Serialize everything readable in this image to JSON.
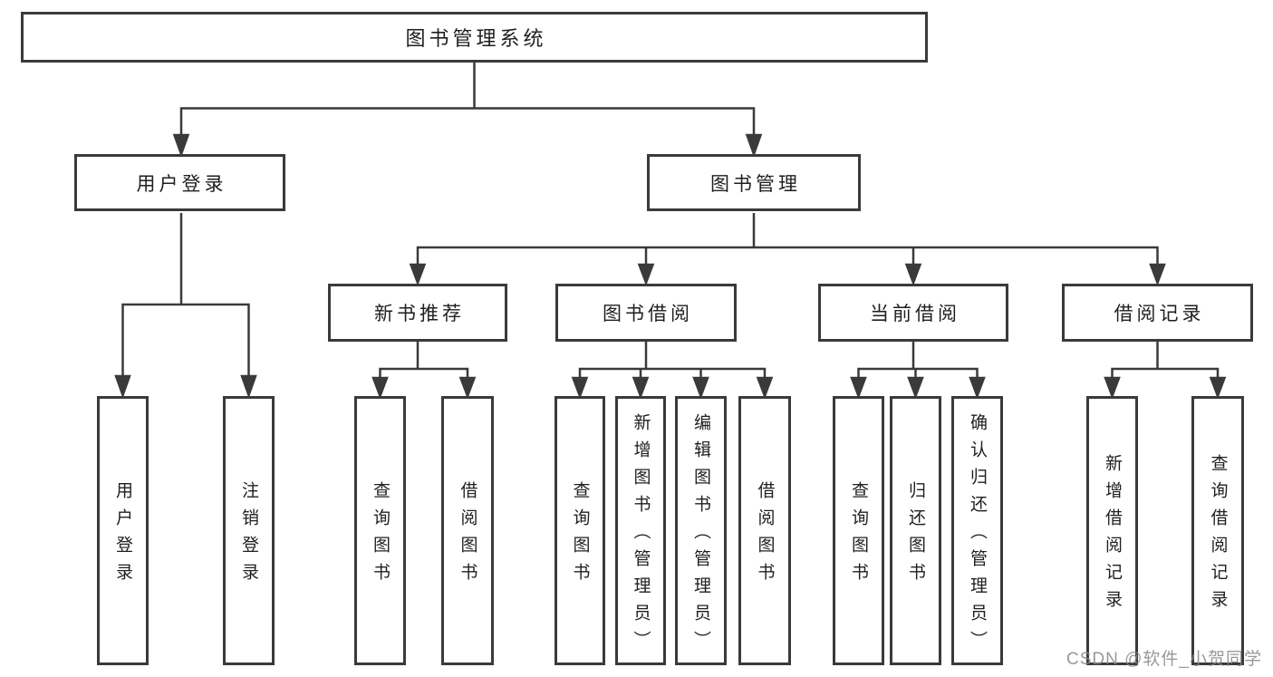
{
  "diagram": {
    "kind": "hierarchy-diagram",
    "tree": {
      "root": {
        "label": "图书管理系统",
        "children": [
          {
            "label": "用户登录",
            "children": [
              {
                "label": "用户登录"
              },
              {
                "label": "注销登录"
              }
            ]
          },
          {
            "label": "图书管理",
            "children": [
              {
                "label": "新书推荐",
                "children": [
                  {
                    "label": "查询图书"
                  },
                  {
                    "label": "借阅图书"
                  }
                ]
              },
              {
                "label": "图书借阅",
                "children": [
                  {
                    "label": "查询图书"
                  },
                  {
                    "label": "新增图书（管理员）"
                  },
                  {
                    "label": "编辑图书（管理员）"
                  },
                  {
                    "label": "借阅图书"
                  }
                ]
              },
              {
                "label": "当前借阅",
                "children": [
                  {
                    "label": "查询图书"
                  },
                  {
                    "label": "归还图书"
                  },
                  {
                    "label": "确认归还（管理员）"
                  }
                ]
              },
              {
                "label": "借阅记录",
                "children": [
                  {
                    "label": "新增借阅记录"
                  },
                  {
                    "label": "查询借阅记录"
                  }
                ]
              }
            ]
          }
        ]
      }
    },
    "colors": {
      "line": "#3a3a3a",
      "box_border": "#3a3a3a",
      "text": "#1f1f1f",
      "watermark": "#87878c",
      "background": "#ffffff"
    }
  },
  "watermark": {
    "text": "CSDN @软件_小贺同学"
  }
}
